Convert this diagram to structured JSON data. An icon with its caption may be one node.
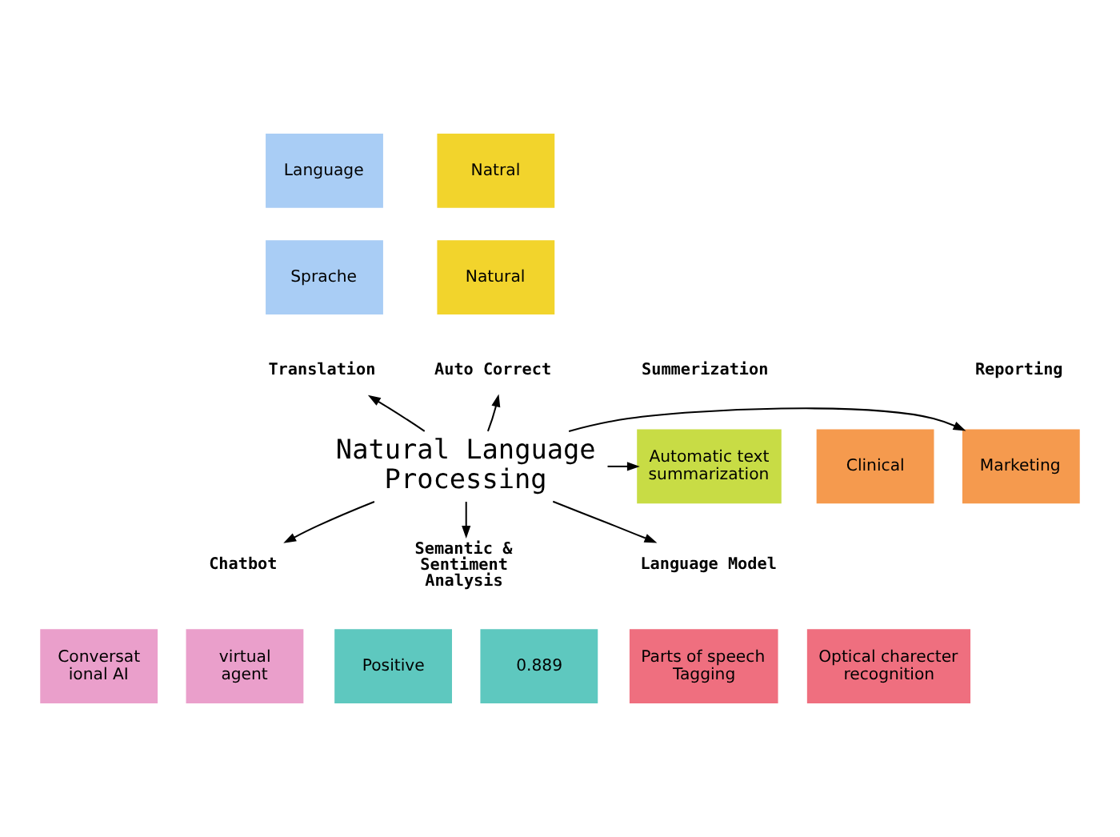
{
  "diagram": {
    "nodes": [
      {
        "text": [
          "Language"
        ]
      },
      {
        "text": [
          "Sprache"
        ]
      },
      {
        "text": [
          "Translation"
        ]
      },
      {
        "text": [
          "Natral"
        ]
      },
      {
        "text": [
          "Natural"
        ]
      },
      {
        "text": [
          "Auto Correct"
        ]
      },
      {
        "text": [
          "Summerization"
        ]
      },
      {
        "text": [
          "Automatic text summarization"
        ]
      },
      {
        "text": [
          "Natural Language Processing"
        ]
      },
      {
        "text": [
          "Reporting"
        ]
      },
      {
        "text": [
          "Marketing"
        ]
      },
      {
        "text": [
          "Clinical"
        ]
      },
      {
        "text": [
          "Chatbot"
        ]
      },
      {
        "text": [
          "Conversat ional AI"
        ]
      },
      {
        "text": [
          "virtual agent"
        ]
      },
      {
        "text": [
          "Semantic & Sentiment Analysis"
        ]
      },
      {
        "text": [
          "Positive"
        ]
      },
      {
        "text": [
          "0.889"
        ]
      },
      {
        "text": [
          "Language Model"
        ]
      },
      {
        "text": [
          "Parts of speech Tagging"
        ]
      },
      {
        "text": [
          "Optical charecter recognition"
        ]
      }
    ],
    "edges": [
      {
        "from": 8,
        "to": 2,
        "arrow": "to"
      },
      {
        "from": 8,
        "to": 5,
        "arrow": "to"
      },
      {
        "from": 8,
        "to": 7,
        "arrow": "to"
      },
      {
        "from": 8,
        "to": 10,
        "arrow": "to"
      },
      {
        "from": 8,
        "to": 12,
        "arrow": "to"
      },
      {
        "from": 8,
        "to": 15,
        "arrow": "to"
      },
      {
        "from": 8,
        "to": 18,
        "arrow": "to"
      }
    ]
  }
}
